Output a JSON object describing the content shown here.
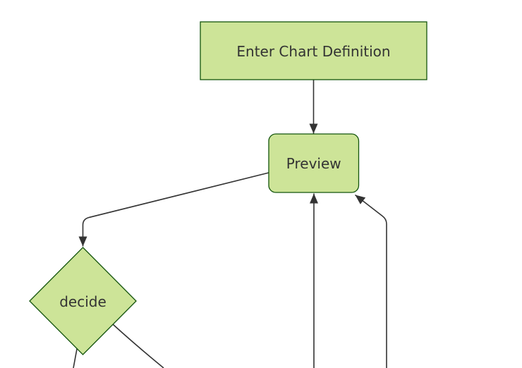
{
  "diagram": {
    "type": "flowchart",
    "direction": "top-down",
    "colors": {
      "background": "#ffffff",
      "node_fill": "#cde498",
      "node_border": "#13540c",
      "edge_stroke": "#333333",
      "label_text": "#333333"
    },
    "nodes": [
      {
        "id": "enter-chart-definition",
        "shape": "rectangle",
        "label": "Enter Chart Definition"
      },
      {
        "id": "preview",
        "shape": "rounded-rectangle",
        "label": "Preview"
      },
      {
        "id": "decide",
        "shape": "diamond",
        "label": "decide"
      }
    ],
    "edges": [
      {
        "from": "enter-chart-definition",
        "to": "preview",
        "arrowhead": true
      },
      {
        "from": "preview",
        "to": "decide",
        "arrowhead": true
      },
      {
        "from": "offscreen-bottom",
        "to": "preview",
        "arrowhead": true
      },
      {
        "from": "offscreen-bottom-right",
        "to": "preview",
        "arrowhead": true
      },
      {
        "from": "decide",
        "to": "offscreen-bottom-left",
        "arrowhead": false
      },
      {
        "from": "decide",
        "to": "offscreen-bottom-right",
        "arrowhead": false
      }
    ]
  }
}
